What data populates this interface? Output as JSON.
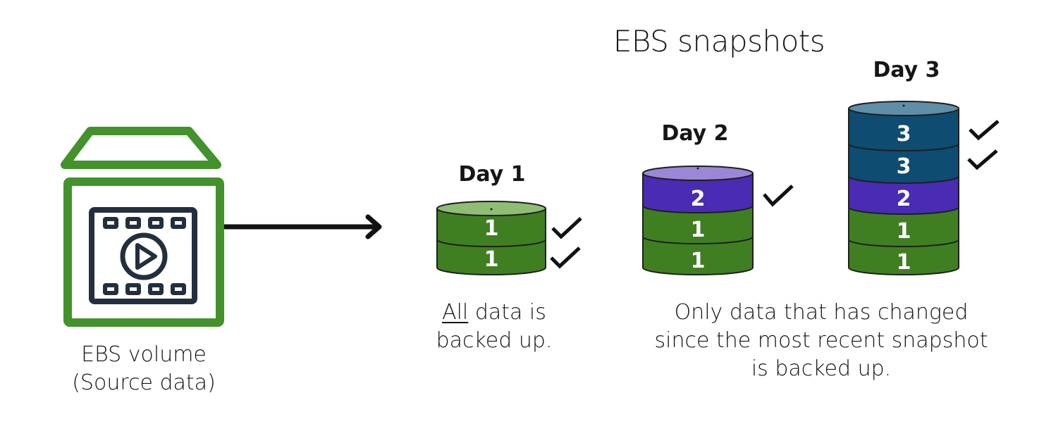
{
  "title": "EBS snapshots",
  "source": {
    "label_line1": "EBS volume",
    "label_line2": "(Source data)",
    "icon": "film-box-icon"
  },
  "arrow": {
    "icon": "arrow-right-icon"
  },
  "colors": {
    "green": "#3f7f22",
    "green_top": "#8fbd74",
    "purple": "#4a2bb3",
    "purple_top": "#9a88d6",
    "teal": "#0e4c72",
    "teal_top": "#5f8ea8",
    "outline": "#1f1f1f",
    "source_green": "#43922c",
    "icon_dark": "#232f3e"
  },
  "snapshots": [
    {
      "day": "Day 1",
      "blocks": [
        {
          "value": "1",
          "color": "green",
          "checked": true
        },
        {
          "value": "1",
          "color": "green",
          "checked": true
        }
      ]
    },
    {
      "day": "Day 2",
      "blocks": [
        {
          "value": "2",
          "color": "purple",
          "checked": true
        },
        {
          "value": "1",
          "color": "green",
          "checked": false
        },
        {
          "value": "1",
          "color": "green",
          "checked": false
        }
      ]
    },
    {
      "day": "Day 3",
      "blocks": [
        {
          "value": "3",
          "color": "teal",
          "checked": true
        },
        {
          "value": "3",
          "color": "teal",
          "checked": true
        },
        {
          "value": "2",
          "color": "purple",
          "checked": false
        },
        {
          "value": "1",
          "color": "green",
          "checked": false
        },
        {
          "value": "1",
          "color": "green",
          "checked": false
        }
      ]
    }
  ],
  "captions": {
    "full": {
      "emphasis": "All",
      "rest_line1": " data is",
      "line2": "backed up."
    },
    "incremental": {
      "line1": "Only data that has changed",
      "line2": "since the most recent snapshot",
      "line3": "is backed up."
    }
  }
}
